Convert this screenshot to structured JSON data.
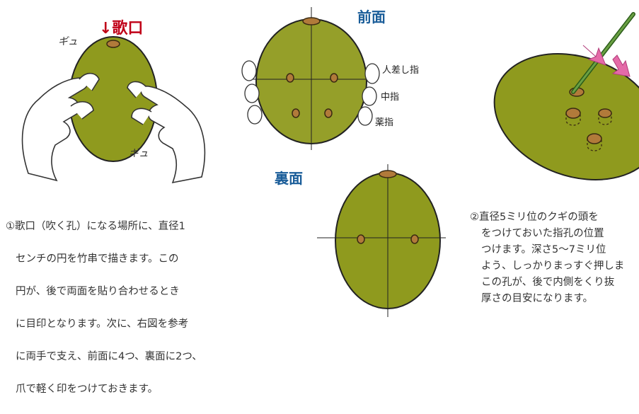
{
  "left": {
    "mouth_label": "↓歌口",
    "sfx_top": "ギュ",
    "sfx_bottom": "ギュ",
    "caption_lines": [
      "①歌口（吹く孔）になる場所に、直径1",
      "センチの円を竹串で描きます。この",
      "円が、後で両面を貼り合わせるとき",
      "に目印となります。次に、右図を参考",
      "に両手で支え、前面に4つ、裏面に2つ、",
      "爪で軽く印をつけておきます。"
    ]
  },
  "middle": {
    "front_title": "前面",
    "back_title": "裏面",
    "finger_index": "人差し指",
    "finger_middle": "中指",
    "finger_ring": "薬指"
  },
  "right": {
    "caption_lines": [
      "②直径5ミリ位のクギの頭を",
      "をつけておいた指孔の位置",
      "つけます。深さ5〜7ミリ位",
      "よう、しっかりまっすぐ押しま",
      "この孔が、後で内側をくり抜",
      "厚さの目安になります。"
    ]
  },
  "colors": {
    "clay": "#8f9a1e",
    "accent_red": "#c00018",
    "accent_blue": "#1a5d99",
    "arrow_pink": "#e46aa8"
  }
}
